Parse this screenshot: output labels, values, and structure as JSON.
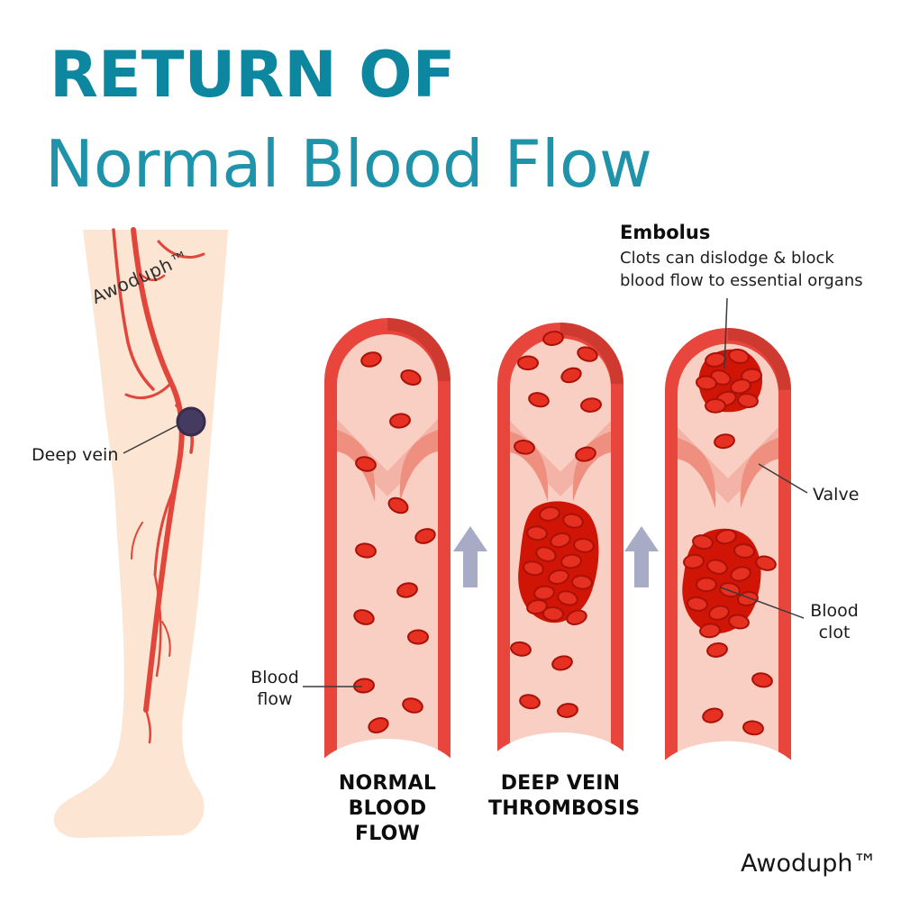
{
  "title": {
    "line1": "RETURN OF",
    "line2": "Normal Blood Flow"
  },
  "brand": {
    "watermark": "Awoduph™",
    "footer": "Awoduph™"
  },
  "leg": {
    "deep_vein_label": "Deep vein"
  },
  "annotations": {
    "blood_flow": {
      "line1": "Blood",
      "line2": "flow"
    },
    "valve": "Valve",
    "blood_clot": {
      "line1": "Blood",
      "line2": "clot"
    },
    "embolus": {
      "title": "Embolus",
      "desc_line1": "Clots can dislodge & block",
      "desc_line2": "blood flow to essential organs"
    }
  },
  "tubes": [
    {
      "name": "normal-blood-flow",
      "caption_line1": "NORMAL",
      "caption_line2": "BLOOD FLOW"
    },
    {
      "name": "deep-vein-thrombosis",
      "caption_line1": "DEEP VEIN",
      "caption_line2": "THROMBOSIS"
    },
    {
      "name": "embolus-vein",
      "caption_line1": "",
      "caption_line2": ""
    }
  ],
  "colors": {
    "title_teal": "#0d87a0",
    "subtitle_teal": "#1e93a9",
    "skin": "#fce5d2",
    "vein_red": "#e2453a",
    "tube_wall_red": "#e8463c",
    "tube_inner_pink": "#f9cfc4",
    "valve_pocket": "#f3b3a7",
    "valve_flap": "#ee8f80",
    "cell_red": "#e63022",
    "clot_red": "#d01405",
    "arrow_gray": "#a7abc6",
    "knee_node_purple": "#453a60",
    "text_dark": "#1c1c1c"
  }
}
